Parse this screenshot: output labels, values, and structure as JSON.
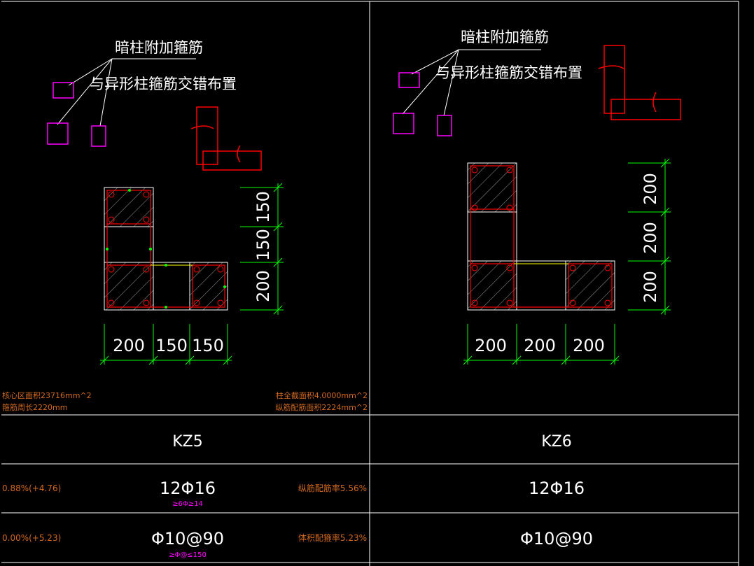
{
  "colors": {
    "background": "#000000",
    "frame": "#ffffff",
    "annotation": "#ffffff",
    "stirrup_extra": "#ff00ff",
    "stirrup_main": "#ff0000",
    "dimension": "#00ff00",
    "column_outline": "#ffffff",
    "info_text": "#d2691e",
    "rebar_note": "#ff00ff"
  },
  "left": {
    "annotation_main": "暗柱附加箍筋",
    "annotation_sub": "与异形柱箍筋交错布置",
    "dims_vertical": [
      "150",
      "150",
      "200"
    ],
    "dims_horizontal": [
      "200",
      "150",
      "150"
    ],
    "info_core_area": "核心区面积23716mm^2",
    "info_perimeter": "箍筋周长2220mm",
    "info_full_area": "柱全截面积4.0000mm^2",
    "info_rebar_area": "纵筋配筋面积2224mm^2",
    "name": "KZ5",
    "rebar_ratio_left": "0.88%(+4.76)",
    "rebar_main": "12Φ16",
    "rebar_note": "≥6Φ≥14",
    "rebar_ratio_right": "纵筋配筋率5.56%",
    "stirrup_ratio_left": "0.00%(+5.23)",
    "stirrup_main": "Φ10@90",
    "stirrup_note": "≥Φ@≤150",
    "stirrup_ratio_right": "体积配箍率5.23%"
  },
  "right": {
    "annotation_main": "暗柱附加箍筋",
    "annotation_sub": "与异形柱箍筋交错布置",
    "dims_vertical": [
      "200",
      "200",
      "200"
    ],
    "dims_horizontal": [
      "200",
      "200",
      "200"
    ],
    "name": "KZ6",
    "rebar_main": "12Φ16",
    "stirrup_main": "Φ10@90"
  }
}
